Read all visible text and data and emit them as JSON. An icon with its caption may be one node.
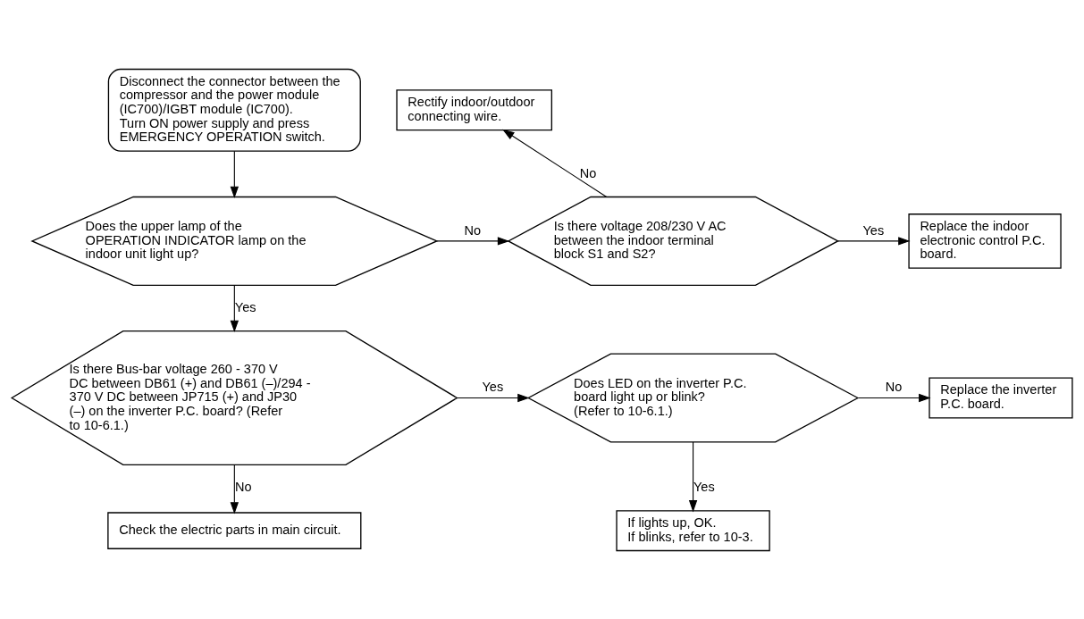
{
  "diagram": {
    "nodes": [
      {
        "text": [
          "Disconnect the connector between the compressor and the power module (IC700)/IGBT module (IC700).",
          "Turn ON power supply and press EMERGENCY OPERATION switch."
        ]
      },
      {
        "text": [
          "Does the upper lamp of the OPERATION INDICATOR lamp on the indoor unit light up?"
        ]
      },
      {
        "text": [
          "Is there voltage 208/230 V AC between the indoor terminal block S1 and S2?"
        ]
      },
      {
        "text": [
          "Rectify indoor/outdoor connecting wire."
        ]
      },
      {
        "text": [
          "Replace the indoor electronic control P.C. board."
        ]
      },
      {
        "text": [
          "Is there Bus-bar voltage 260 - 370 V DC between DB61 (+) and DB61 (–)/294 - 370 V DC between JP715 (+) and JP30 (–) on the inverter P.C. board? (Refer to 10-6.1.)"
        ]
      },
      {
        "text": [
          "Does LED on the inverter P.C. board light up or blink? (Refer to 10-6.1.)"
        ]
      },
      {
        "text": [
          "Replace the inverter P.C. board."
        ]
      },
      {
        "text": [
          "If lights up, OK.",
          "If blinks, refer to 10-3."
        ]
      },
      {
        "text": [
          "Check the electric parts in main circuit."
        ]
      }
    ],
    "edges": [
      {
        "from": 0,
        "to": 1,
        "arrow": "to"
      },
      {
        "from": 1,
        "to": 2,
        "arrow": "to",
        "label": "No"
      },
      {
        "from": 2,
        "to": 3,
        "arrow": "to",
        "label": "No"
      },
      {
        "from": 2,
        "to": 4,
        "arrow": "to",
        "label": "Yes"
      },
      {
        "from": 1,
        "to": 5,
        "arrow": "to",
        "label": "Yes"
      },
      {
        "from": 5,
        "to": 6,
        "arrow": "to",
        "label": "Yes"
      },
      {
        "from": 6,
        "to": 7,
        "arrow": "to",
        "label": "No"
      },
      {
        "from": 6,
        "to": 8,
        "arrow": "to",
        "label": "Yes"
      },
      {
        "from": 5,
        "to": 9,
        "arrow": "to",
        "label": "No"
      }
    ]
  }
}
